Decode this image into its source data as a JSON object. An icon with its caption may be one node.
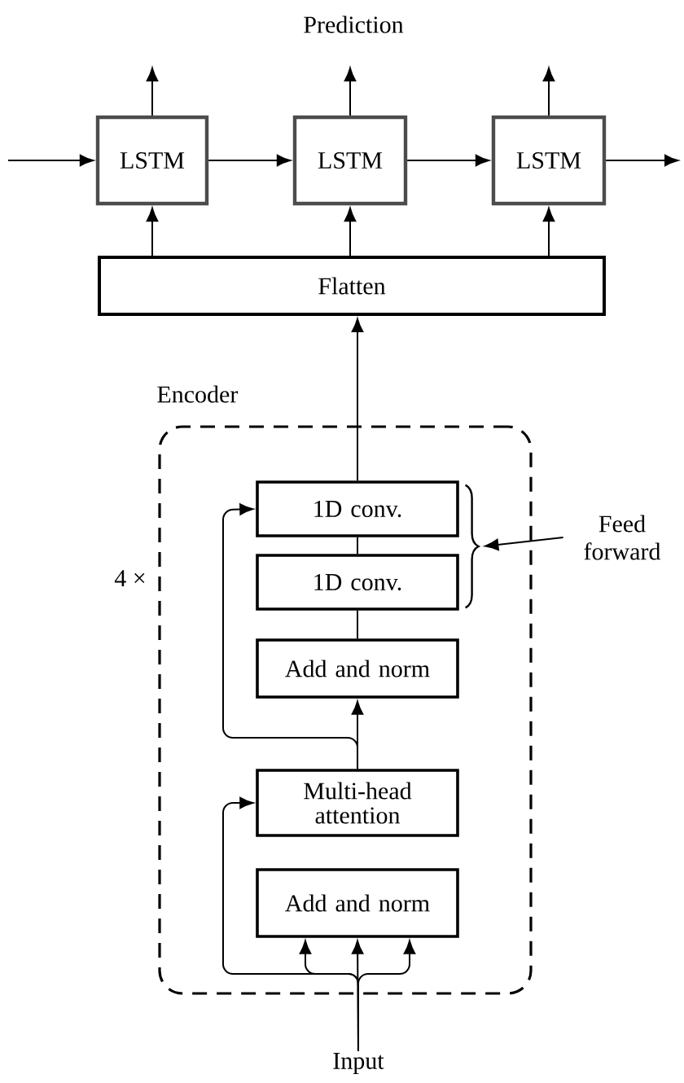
{
  "diagram": {
    "nodes": [
      {
        "text": [
          "LSTM"
        ]
      },
      {
        "text": [
          "LSTM"
        ]
      },
      {
        "text": [
          "LSTM"
        ]
      },
      {
        "text": [
          "Flatten"
        ]
      },
      {
        "text": [
          "Encoder"
        ],
        "beside": [
          "4 ×"
        ]
      },
      {
        "text": [
          "1D conv."
        ],
        "in": 4
      },
      {
        "text": [
          "1D conv."
        ],
        "in": 4
      },
      {
        "text": [
          "Add and norm"
        ],
        "in": 4
      },
      {
        "text": [
          "Multi-head attention"
        ],
        "in": 4
      },
      {
        "text": [
          "Add and norm"
        ],
        "in": 4
      },
      {
        "text": [],
        "shape": "brace",
        "in": 4
      },
      {
        "text": [
          "Feed forward"
        ]
      },
      {
        "text": [
          "Input"
        ]
      }
    ],
    "edges": [
      {
        "from": null,
        "to": 0,
        "arrow": "to"
      },
      {
        "from": 0,
        "to": 1,
        "arrow": "to"
      },
      {
        "from": 1,
        "to": 2,
        "arrow": "to"
      },
      {
        "from": 2,
        "to": null,
        "arrow": "to"
      },
      {
        "from": 0,
        "to": null,
        "arrow": "to"
      },
      {
        "from": 1,
        "to": null,
        "arrow": "to"
      },
      {
        "from": 2,
        "to": null,
        "arrow": "to"
      },
      {
        "from": 3,
        "to": 0,
        "arrow": "to"
      },
      {
        "from": 3,
        "to": 1,
        "arrow": "to"
      },
      {
        "from": 3,
        "to": 2,
        "arrow": "to"
      },
      {
        "from": 5,
        "to": 3,
        "arrow": "to"
      },
      {
        "from": 6,
        "to": 5,
        "arrow": "none"
      },
      {
        "from": 7,
        "to": 6,
        "arrow": "none"
      },
      {
        "from": 8,
        "to": 7,
        "arrow": "to"
      },
      {
        "from": 8,
        "to": 5,
        "arrow": "to"
      },
      {
        "from": 12,
        "to": 9,
        "arrow": "to"
      },
      {
        "from": 12,
        "to": 9,
        "arrow": "to"
      },
      {
        "from": 12,
        "to": 9,
        "arrow": "to"
      },
      {
        "from": 12,
        "to": 8,
        "arrow": "to"
      },
      {
        "from": 11,
        "to": 10,
        "arrow": "to"
      }
    ],
    "labels": [
      "Prediction"
    ]
  }
}
